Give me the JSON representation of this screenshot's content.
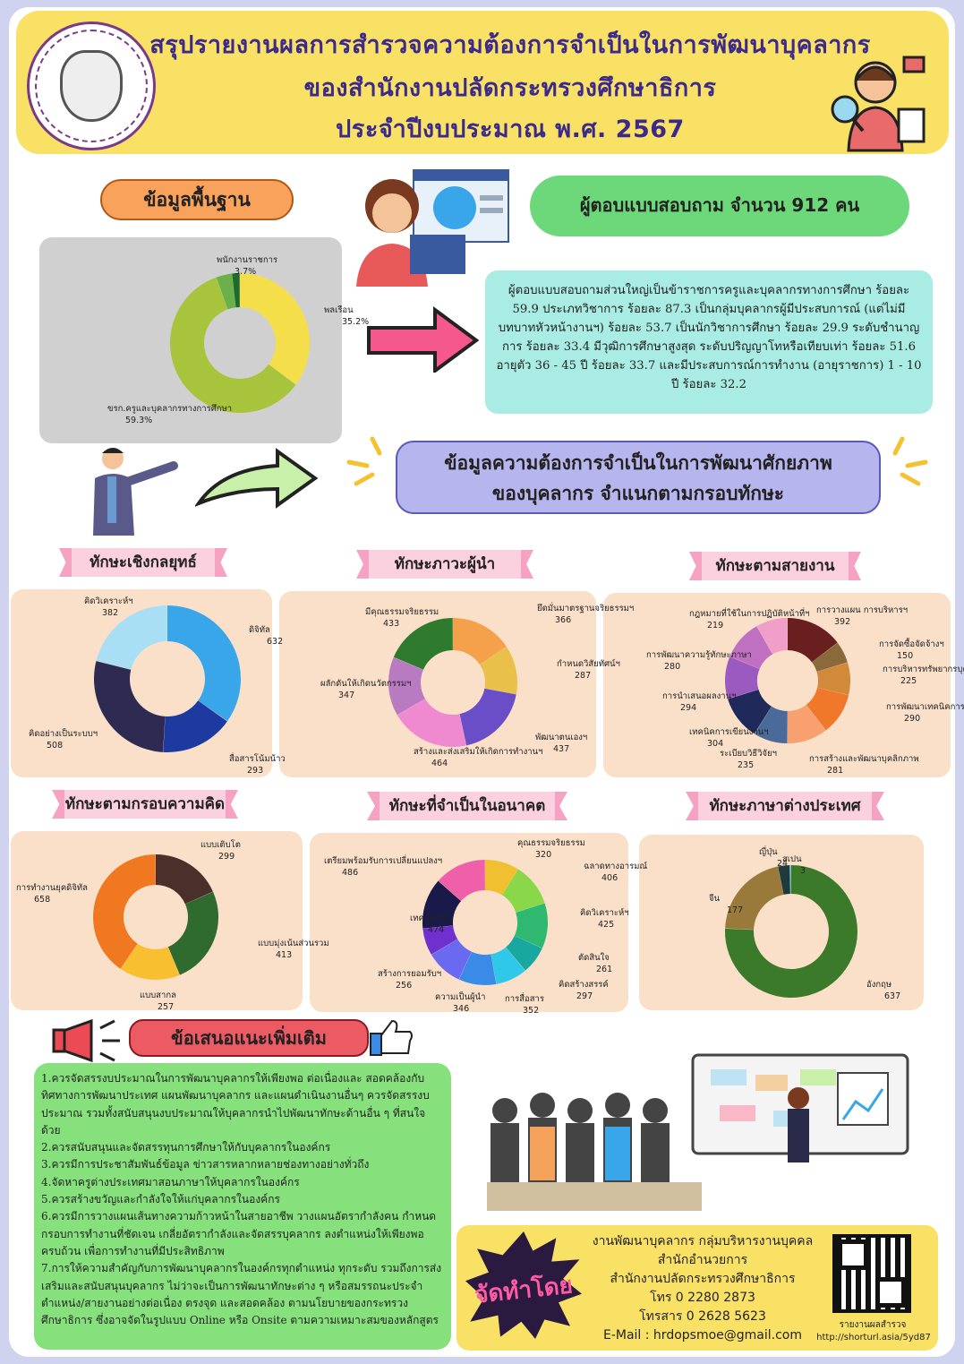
{
  "header": {
    "title_line1": "สรุปรายงานผลการสำรวจความต้องการจำเป็นในการพัฒนาบุคลากร",
    "title_line2": "ของสำนักงานปลัดกระทรวงศึกษาธิการ",
    "title_line3": "ประจำปีงบประมาณ พ.ศ. 2567"
  },
  "basic": {
    "pill_label": "ข้อมูลพื้นฐาน",
    "respondents_label": "ผู้ตอบแบบสอบถาม จำนวน 912 คน",
    "summary": "ผู้ตอบแบบสอบถามส่วนใหญ่เป็นข้าราชการครูและบุคลากรทางการศึกษา ร้อยละ 59.9 ประเภทวิชาการ ร้อยละ 87.3 เป็นกลุ่มบุคลากรผู้มีประสบการณ์ (แต่ไม่มีบทบาทหัวหน้างานฯ) ร้อยละ 53.7 เป็นนักวิชาการศึกษา ร้อยละ 29.9 ระดับชำนาญการ ร้อยละ 33.4 มีวุฒิการศึกษาสูงสุด ระดับปริญญาโทหรือเทียบเท่า ร้อยละ 51.6 อายุตัว 36 - 45 ปี ร้อยละ 33.7 และมีประสบการณ์การทำงาน (อายุราชการ) 1 - 10 ปี ร้อยละ 32.2"
  },
  "needs_heading": {
    "line1": "ข้อมูลความต้องการจำเป็นในการพัฒนาศักยภาพ",
    "line2": "ของบุคลากร จำแนกตามกรอบทักษะ"
  },
  "chart_data": [
    {
      "type": "pie",
      "id": "basic",
      "donut": true,
      "categories": [
        "พลเรือน",
        "ขรก.ครูและบุคลากรทางการศึกษา",
        "พนักงานราชการ"
      ],
      "labels": [
        "35.2%",
        "59.3%",
        "3.7%"
      ],
      "values": [
        35.2,
        59.3,
        3.7,
        1.8
      ],
      "colors": [
        "#f4df4a",
        "#a8c43c",
        "#6bb04a",
        "#1f6b2a"
      ]
    },
    {
      "type": "pie",
      "id": "strategic",
      "title": "ทักษะเชิงกลยุทธ์",
      "donut": true,
      "categories": [
        "ดิจิทัล",
        "สื่อสารโน้มน้าว",
        "คิดอย่างเป็นระบบฯ",
        "คิดวิเคราะห์ฯ"
      ],
      "values": [
        632,
        293,
        508,
        382
      ],
      "colors": [
        "#3aa6ea",
        "#1c3aa0",
        "#2e2a52",
        "#a9dff5"
      ]
    },
    {
      "type": "pie",
      "id": "leadership",
      "title": "ทักษะภาวะผู้นำ",
      "donut": true,
      "categories": [
        "ยึดมั่นมาตรฐานจริยธรรมฯ",
        "กำหนดวิสัยทัศน์ฯ",
        "พัฒนาตนเองฯ",
        "สร้างและส่งเสริมให้เกิดการทำงานฯ",
        "ผลักดันให้เกิดนวัตกรรมฯ",
        "มีคุณธรรมจริยธรรม"
      ],
      "values": [
        366,
        287,
        437,
        464,
        347,
        433
      ],
      "colors": [
        "#f5a04a",
        "#e8c04a",
        "#6a4ec8",
        "#f08ad0",
        "#b87ac0",
        "#2e7a2e"
      ]
    },
    {
      "type": "pie",
      "id": "functional",
      "title": "ทักษะตามสายงาน",
      "donut": true,
      "categories": [
        "การวางแผน การบริหารฯ",
        "การจัดซื้อจัดจ้างฯ",
        "การบริหารทรัพยากรบุคคล",
        "การพัฒนาเทคนิคการพูดฯ",
        "การสร้างและพัฒนาบุคลิกภาพ",
        "ระเบียบวิธีวิจัยฯ",
        "เทคนิคการเขียนงานฯ",
        "การนำเสนอผลงานฯ",
        "การพัฒนาความรู้ทักษะภาษา",
        "กฎหมายที่ใช้ในการปฏิบัติหน้าที่ฯ"
      ],
      "values": [
        392,
        150,
        225,
        290,
        281,
        235,
        304,
        294,
        280,
        219
      ],
      "colors": [
        "#6a1f1f",
        "#8a6a3a",
        "#d08a3a",
        "#f0782a",
        "#f8a070",
        "#4a6a9a",
        "#1f2a5a",
        "#9a5ac0",
        "#c070c0",
        "#f0a0c8"
      ]
    },
    {
      "type": "pie",
      "id": "mindset",
      "title": "ทักษะตามกรอบความคิด",
      "donut": true,
      "categories": [
        "แบบเติบโต",
        "แบบมุ่งเน้นส่วนรวม",
        "แบบสากล",
        "การทำงานยุคดิจิทัล"
      ],
      "values": [
        299,
        413,
        257,
        658
      ],
      "colors": [
        "#4a2f2a",
        "#2f6a2f",
        "#f8c030",
        "#f07820"
      ]
    },
    {
      "type": "pie",
      "id": "future",
      "title": "ทักษะที่จำเป็นในอนาคต",
      "donut": true,
      "categories": [
        "คุณธรรมจริยธรรม",
        "ฉลาดทางอารมณ์",
        "คิดวิเคราะห์ฯ",
        "ตัดสินใจ",
        "คิดสร้างสรรค์",
        "การสื่อสาร",
        "ความเป็นผู้นำ",
        "สร้างการยอมรับฯ",
        "เทคโนโลยี",
        "เตรียมพร้อมรับการเปลี่ยนแปลงฯ"
      ],
      "values": [
        320,
        406,
        425,
        261,
        297,
        352,
        346,
        256,
        474,
        486
      ],
      "colors": [
        "#f0c030",
        "#8ad84a",
        "#2fb870",
        "#18a8a0",
        "#30c8e8",
        "#3a8ae8",
        "#6a6af0",
        "#7030d0",
        "#1a1a4a",
        "#f060a8"
      ]
    },
    {
      "type": "pie",
      "id": "language",
      "title": "ทักษะภาษาต่างประเทศ",
      "donut": true,
      "categories": [
        "อังกฤษ",
        "จีน",
        "ญี่ปุ่น",
        "สเปน"
      ],
      "values": [
        637,
        177,
        24,
        3
      ],
      "colors": [
        "#3a7a2a",
        "#9a7a3a",
        "#1f3a3a",
        "#4ab0d0"
      ]
    }
  ],
  "recommendations": {
    "label": "ข้อเสนอแนะเพิ่มเติม",
    "items": [
      "1.ควรจัดสรรงบประมาณในการพัฒนาบุคลากรให้เพียงพอ ต่อเนื่องและ สอดคล้องกับทิศทางการพัฒนาประเทศ แผนพัฒนาบุคลากร และแผนดำเนินงานอื่นๆ ควรจัดสรรงบประมาณ รวมทั้งสนับสนุนงบประมาณให้บุคลากรนำไปพัฒนาทักษะด้านอื่น ๆ ที่สนใจด้วย",
      "2.ควรสนับสนุนและจัดสรรทุนการศึกษาให้กับบุคลากรในองค์กร",
      "3.ควรมีการประชาสัมพันธ์ข้อมูล ข่าวสารหลากหลายช่องทางอย่างทั่วถึง",
      "4.จัดหาครูต่างประเทศมาสอนภาษาให้บุคลากรในองค์กร",
      "5.ควรสร้างขวัญและกำลังใจให้แก่บุคลากรในองค์กร",
      "6.ควรมีการวางแผนเส้นทางความก้าวหน้าในสายอาชีพ วางแผนอัตรากำลังคน กำหนดกรอบการทำงานที่ชัดเจน เกลี่ยอัตรากำลังและจัดสรรบุคลากร ลงตำแหน่งให้เพียงพอครบถ้วน เพื่อการทำงานที่มีประสิทธิภาพ",
      "7.การให้ความสำคัญกับการพัฒนาบุคลากรในองค์กรทุกตำแหน่ง ทุกระดับ รวมถึงการส่งเสริมและสนับสนุนบุคลากร ไม่ว่าจะเป็นการพัฒนาทักษะต่าง ๆ หรือสมรรถนะประจำตำแหน่ง/สายงานอย่างต่อเนื่อง ตรงจุด และสอดคล้อง ตามนโยบายของกระทรวงศึกษาธิการ ซึ่งอาจจัดในรูปแบบ Online หรือ Onsite ตามความเหมาะสมของหลักสูตร"
    ]
  },
  "credit": {
    "stamp": "จัดทำโดย",
    "line1": "งานพัฒนาบุคลากร กลุ่มบริหารงานบุคคล",
    "line2": "สำนักอำนวยการ",
    "line3": "สำนักงานปลัดกระทรวงศึกษาธิการ",
    "phone": "โทร 0 2280 2873",
    "fax": "โทรสาร 0 2628 5623",
    "email": "E-Mail : hrdopsmoe@gmail.com",
    "qr_caption": "รายงานผลสำรวจ",
    "url": "http://shorturl.asia/5yd87"
  }
}
